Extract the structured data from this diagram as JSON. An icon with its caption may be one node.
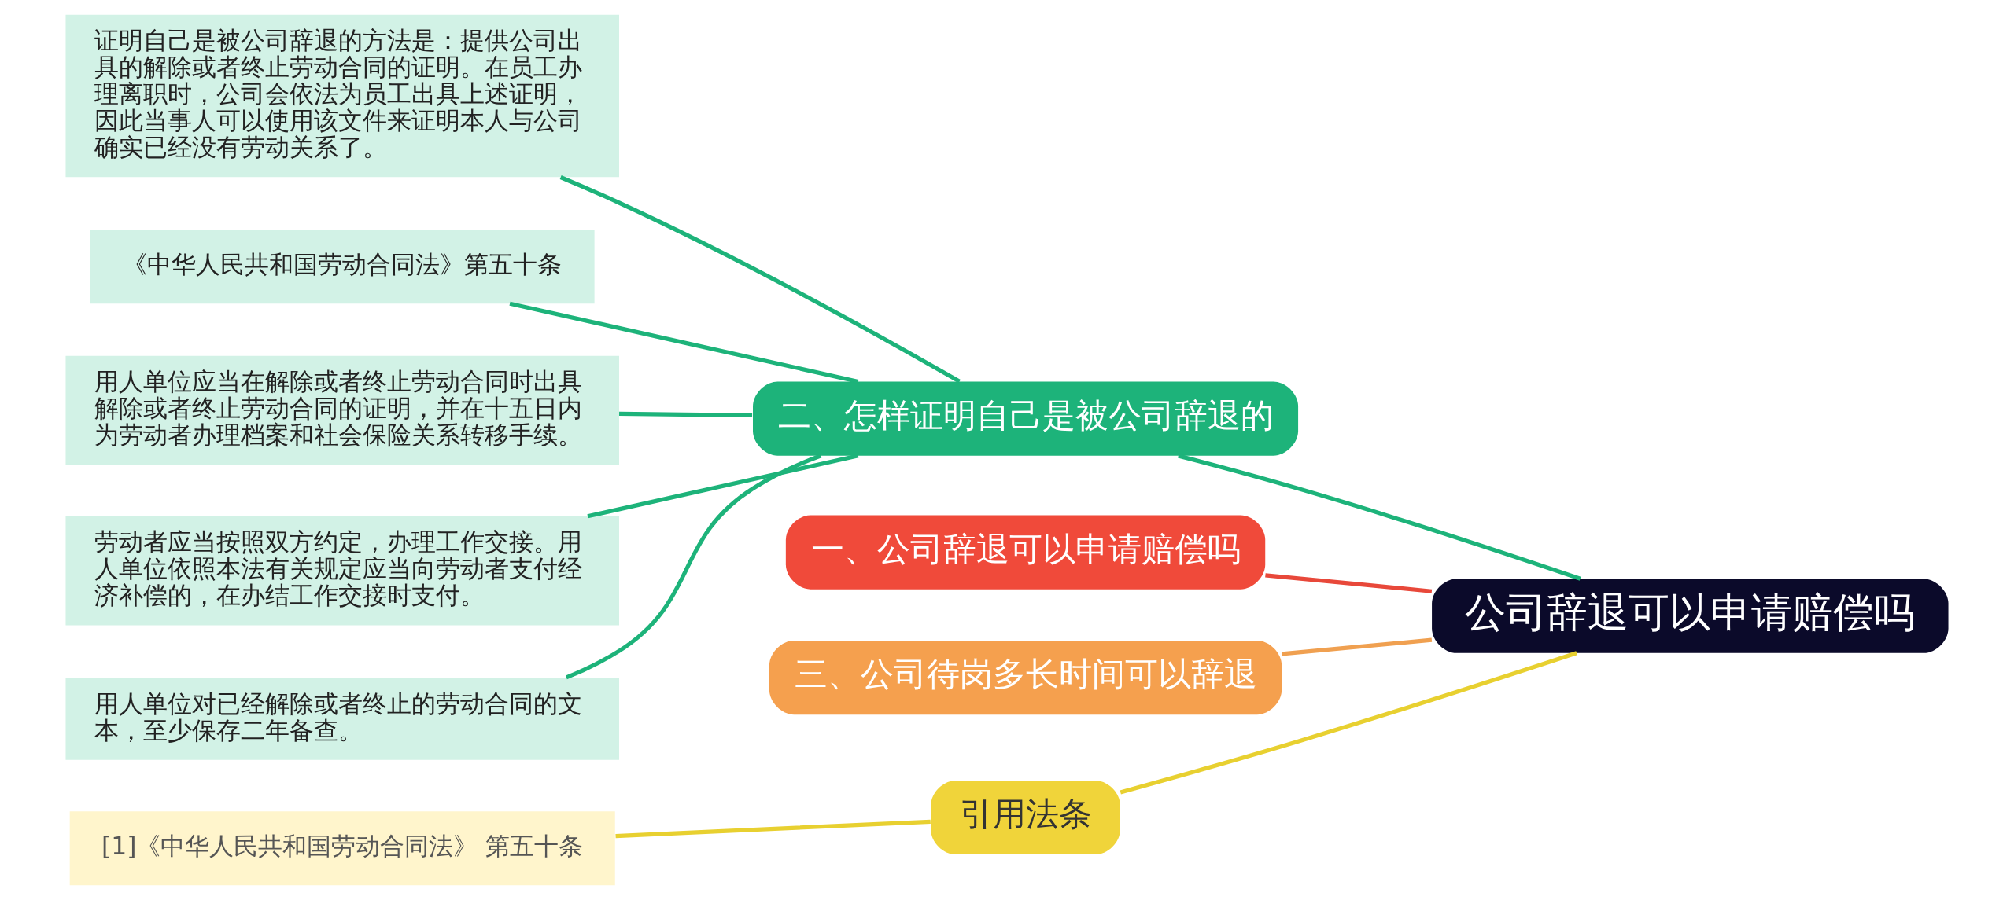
{
  "diagram": {
    "nodes": [
      {
        "text": [
          "公司辞退可以申请赔偿吗"
        ]
      },
      {
        "text": [
          "二、怎样证明自己是被公司辞退的"
        ]
      },
      {
        "text": [
          "证明自己是被公司辞退的方法是：提供公司出具的解除或者终止劳动合同的证明。在员工办理离职时，公司会依法为员工出具上述证明，因此当事人可以使用该文件来证明本人与公司确实已经没有劳动关系了。"
        ]
      },
      {
        "text": [
          "《中华人民共和国劳动合同法》第五十条"
        ]
      },
      {
        "text": [
          "用人单位应当在解除或者终止劳动合同时出具解除或者终止劳动合同的证明，并在十五日内为劳动者办理档案和社会保险关系转移手续。"
        ]
      },
      {
        "text": [
          "劳动者应当按照双方约定，办理工作交接。用人单位依照本法有关规定应当向劳动者支付经济补偿的，在办结工作交接时支付。"
        ]
      },
      {
        "text": [
          "用人单位对已经解除或者终止的劳动合同的文本，至少保存二年备查。"
        ]
      },
      {
        "text": [
          "一、公司辞退可以申请赔偿吗"
        ]
      },
      {
        "text": [
          "三、公司待岗多长时间可以辞退"
        ]
      },
      {
        "text": [
          "引用法条"
        ]
      },
      {
        "text": [
          "[1]《中华人民共和国劳动合同法》 第五十条"
        ]
      }
    ],
    "edges": [
      {
        "from": 0,
        "to": 1,
        "arrow": "none"
      },
      {
        "from": 1,
        "to": 2,
        "arrow": "none"
      },
      {
        "from": 1,
        "to": 3,
        "arrow": "none"
      },
      {
        "from": 1,
        "to": 4,
        "arrow": "none"
      },
      {
        "from": 1,
        "to": 5,
        "arrow": "none"
      },
      {
        "from": 1,
        "to": 6,
        "arrow": "none"
      },
      {
        "from": 0,
        "to": 7,
        "arrow": "none",
        "color": "#e8483a"
      },
      {
        "from": 0,
        "to": 8,
        "arrow": "none",
        "color": "#f0a050"
      },
      {
        "from": 0,
        "to": 9,
        "arrow": "none",
        "color": "#e8d030"
      },
      {
        "from": 9,
        "to": 10,
        "arrow": "none",
        "color": "#e8d030"
      }
    ]
  }
}
